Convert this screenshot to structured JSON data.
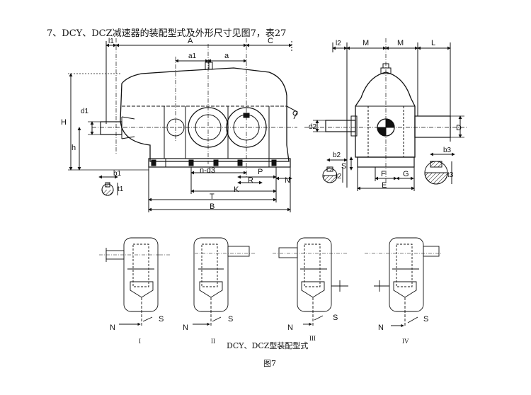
{
  "heading": "7、DCY、DCZ减速器的装配型式及外形尺寸见图7，表27",
  "front_view": {
    "dims": [
      "l1",
      "A",
      "a1",
      "a",
      "C",
      "H",
      "d1",
      "h",
      "n-d3",
      "P",
      "R",
      "K",
      "N",
      "T",
      "B",
      "b1",
      "t1"
    ]
  },
  "side_view": {
    "dims": [
      "l2",
      "M",
      "M",
      "L",
      "d2",
      "D",
      "b2",
      "S",
      "t2",
      "F",
      "G",
      "E",
      "b3",
      "t3"
    ]
  },
  "assembly": {
    "variants": [
      {
        "numeral": "I",
        "n": "N",
        "s": "S"
      },
      {
        "numeral": "II",
        "n": "N",
        "s": "S"
      },
      {
        "numeral": "III",
        "n": "N",
        "s": "S"
      },
      {
        "numeral": "IV",
        "n": "N",
        "s": "S"
      }
    ],
    "caption": "DCY、DCZ型装配型式"
  },
  "figure_label": "图7"
}
